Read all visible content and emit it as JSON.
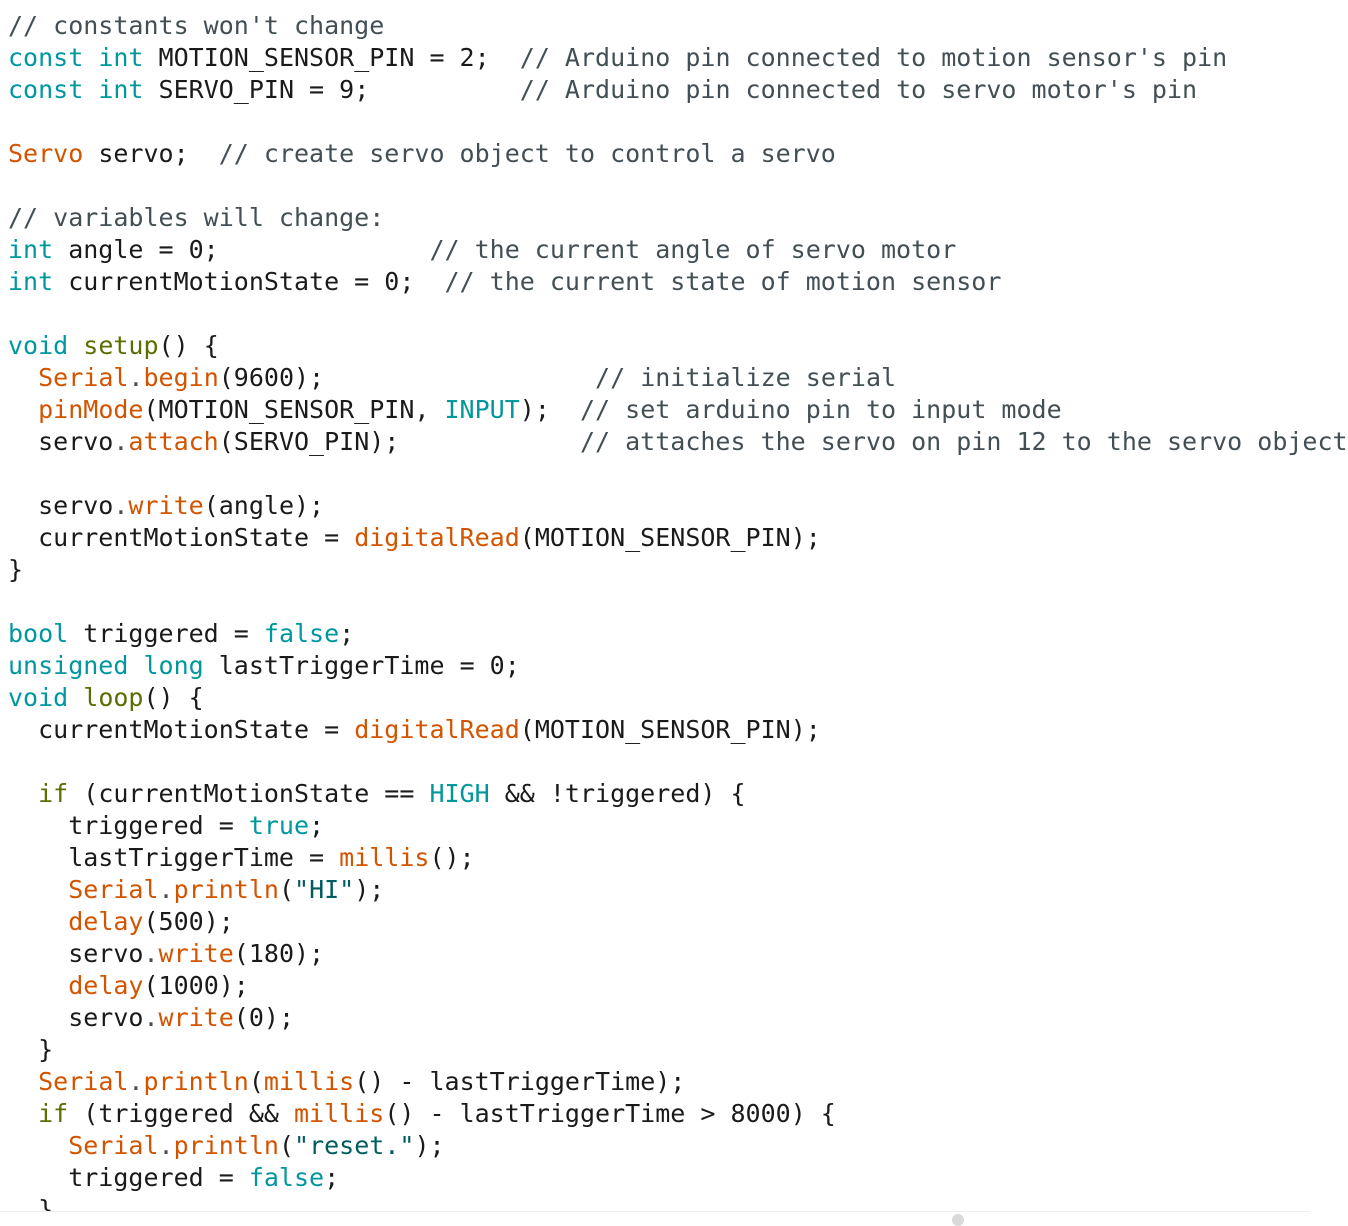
{
  "editor": {
    "colors": {
      "plain": "#1a1a1a",
      "comment": "#434f54",
      "keyword": "#00979d",
      "function": "#d35400",
      "control": "#5e6d03",
      "string": "#005c5f"
    },
    "lines": [
      [
        [
          "comment",
          "// constants won't change"
        ]
      ],
      [
        [
          "keyword",
          "const"
        ],
        [
          "plain",
          " "
        ],
        [
          "keyword",
          "int"
        ],
        [
          "plain",
          " MOTION_SENSOR_PIN = 2;  "
        ],
        [
          "comment",
          "// Arduino pin connected to motion sensor's pin"
        ]
      ],
      [
        [
          "keyword",
          "const"
        ],
        [
          "plain",
          " "
        ],
        [
          "keyword",
          "int"
        ],
        [
          "plain",
          " SERVO_PIN = 9;          "
        ],
        [
          "comment",
          "// Arduino pin connected to servo motor's pin"
        ]
      ],
      [
        [
          "plain",
          ""
        ]
      ],
      [
        [
          "func",
          "Servo"
        ],
        [
          "plain",
          " servo;  "
        ],
        [
          "comment",
          "// create servo object to control a servo"
        ]
      ],
      [
        [
          "plain",
          ""
        ]
      ],
      [
        [
          "comment",
          "// variables will change:"
        ]
      ],
      [
        [
          "keyword",
          "int"
        ],
        [
          "plain",
          " angle = 0;              "
        ],
        [
          "comment",
          "// the current angle of servo motor"
        ]
      ],
      [
        [
          "keyword",
          "int"
        ],
        [
          "plain",
          " currentMotionState = 0;  "
        ],
        [
          "comment",
          "// the current state of motion sensor"
        ]
      ],
      [
        [
          "plain",
          ""
        ]
      ],
      [
        [
          "keyword",
          "void"
        ],
        [
          "plain",
          " "
        ],
        [
          "control",
          "setup"
        ],
        [
          "plain",
          "() {"
        ]
      ],
      [
        [
          "plain",
          "  "
        ],
        [
          "func",
          "Serial"
        ],
        [
          "dot",
          "."
        ],
        [
          "func",
          "begin"
        ],
        [
          "plain",
          "(9600);                  "
        ],
        [
          "comment",
          "// initialize serial"
        ]
      ],
      [
        [
          "plain",
          "  "
        ],
        [
          "func",
          "pinMode"
        ],
        [
          "plain",
          "(MOTION_SENSOR_PIN, "
        ],
        [
          "literal",
          "INPUT"
        ],
        [
          "plain",
          ");  "
        ],
        [
          "comment",
          "// set arduino pin to input mode"
        ]
      ],
      [
        [
          "plain",
          "  servo"
        ],
        [
          "dot",
          "."
        ],
        [
          "func",
          "attach"
        ],
        [
          "plain",
          "(SERVO_PIN);            "
        ],
        [
          "comment",
          "// attaches the servo on pin 12 to the servo object"
        ]
      ],
      [
        [
          "plain",
          ""
        ]
      ],
      [
        [
          "plain",
          "  servo"
        ],
        [
          "dot",
          "."
        ],
        [
          "func",
          "write"
        ],
        [
          "plain",
          "(angle);"
        ]
      ],
      [
        [
          "plain",
          "  currentMotionState = "
        ],
        [
          "func",
          "digitalRead"
        ],
        [
          "plain",
          "(MOTION_SENSOR_PIN);"
        ]
      ],
      [
        [
          "plain",
          "}"
        ]
      ],
      [
        [
          "plain",
          ""
        ]
      ],
      [
        [
          "keyword",
          "bool"
        ],
        [
          "plain",
          " triggered = "
        ],
        [
          "literal",
          "false"
        ],
        [
          "plain",
          ";"
        ]
      ],
      [
        [
          "keyword",
          "unsigned"
        ],
        [
          "plain",
          " "
        ],
        [
          "keyword",
          "long"
        ],
        [
          "plain",
          " lastTriggerTime = 0;"
        ]
      ],
      [
        [
          "keyword",
          "void"
        ],
        [
          "plain",
          " "
        ],
        [
          "control",
          "loop"
        ],
        [
          "plain",
          "() {"
        ]
      ],
      [
        [
          "plain",
          "  currentMotionState = "
        ],
        [
          "func",
          "digitalRead"
        ],
        [
          "plain",
          "(MOTION_SENSOR_PIN);"
        ]
      ],
      [
        [
          "plain",
          ""
        ]
      ],
      [
        [
          "plain",
          "  "
        ],
        [
          "control",
          "if"
        ],
        [
          "plain",
          " (currentMotionState == "
        ],
        [
          "literal",
          "HIGH"
        ],
        [
          "plain",
          " && !triggered) {"
        ]
      ],
      [
        [
          "plain",
          "    triggered = "
        ],
        [
          "literal",
          "true"
        ],
        [
          "plain",
          ";"
        ]
      ],
      [
        [
          "plain",
          "    lastTriggerTime = "
        ],
        [
          "func",
          "millis"
        ],
        [
          "plain",
          "();"
        ]
      ],
      [
        [
          "plain",
          "    "
        ],
        [
          "func",
          "Serial"
        ],
        [
          "dot",
          "."
        ],
        [
          "func",
          "println"
        ],
        [
          "plain",
          "("
        ],
        [
          "string",
          "\"HI\""
        ],
        [
          "plain",
          ");"
        ]
      ],
      [
        [
          "plain",
          "    "
        ],
        [
          "func",
          "delay"
        ],
        [
          "plain",
          "(500);"
        ]
      ],
      [
        [
          "plain",
          "    servo"
        ],
        [
          "dot",
          "."
        ],
        [
          "func",
          "write"
        ],
        [
          "plain",
          "(180);"
        ]
      ],
      [
        [
          "plain",
          "    "
        ],
        [
          "func",
          "delay"
        ],
        [
          "plain",
          "(1000);"
        ]
      ],
      [
        [
          "plain",
          "    servo"
        ],
        [
          "dot",
          "."
        ],
        [
          "func",
          "write"
        ],
        [
          "plain",
          "(0);"
        ]
      ],
      [
        [
          "plain",
          "  }"
        ]
      ],
      [
        [
          "plain",
          "  "
        ],
        [
          "func",
          "Serial"
        ],
        [
          "dot",
          "."
        ],
        [
          "func",
          "println"
        ],
        [
          "plain",
          "("
        ],
        [
          "func",
          "millis"
        ],
        [
          "plain",
          "() - lastTriggerTime);"
        ]
      ],
      [
        [
          "plain",
          "  "
        ],
        [
          "control",
          "if"
        ],
        [
          "plain",
          " (triggered && "
        ],
        [
          "func",
          "millis"
        ],
        [
          "plain",
          "() - lastTriggerTime > 8000) {"
        ]
      ],
      [
        [
          "plain",
          "    "
        ],
        [
          "func",
          "Serial"
        ],
        [
          "dot",
          "."
        ],
        [
          "func",
          "println"
        ],
        [
          "plain",
          "("
        ],
        [
          "string",
          "\"reset.\""
        ],
        [
          "plain",
          ");"
        ]
      ],
      [
        [
          "plain",
          "    triggered = "
        ],
        [
          "literal",
          "false"
        ],
        [
          "plain",
          ";"
        ]
      ],
      [
        [
          "plain",
          "  }"
        ]
      ]
    ]
  }
}
